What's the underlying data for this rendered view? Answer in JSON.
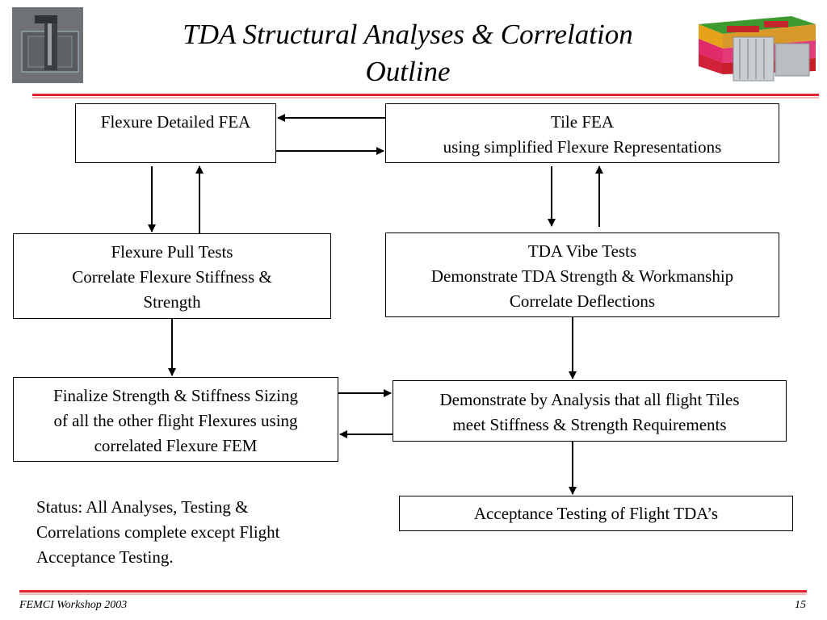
{
  "slide": {
    "title_line1": "TDA Structural Analyses & Correlation",
    "title_line2": "Outline"
  },
  "boxes": {
    "flexure_fea": {
      "lines": [
        "Flexure Detailed FEA"
      ]
    },
    "tile_fea": {
      "lines": [
        "Tile FEA",
        "using simplified Flexure Representations"
      ]
    },
    "flexure_pull": {
      "lines": [
        "Flexure Pull Tests",
        "Correlate Flexure Stiffness &",
        "Strength"
      ]
    },
    "tda_vibe": {
      "lines": [
        "TDA Vibe Tests",
        "Demonstrate TDA Strength & Workmanship",
        "Correlate Deflections"
      ]
    },
    "finalize": {
      "lines": [
        "Finalize Strength & Stiffness Sizing",
        "of all the other flight Flexures using",
        "correlated Flexure FEM"
      ]
    },
    "demonstrate": {
      "lines": [
        "Demonstrate by Analysis that all flight Tiles",
        "meet Stiffness & Strength Requirements"
      ]
    },
    "acceptance": {
      "lines": [
        "Acceptance Testing of Flight TDA’s"
      ]
    }
  },
  "status": {
    "line1": "Status: All Analyses, Testing &",
    "line2": "Correlations complete except Flight",
    "line3": "Acceptance Testing."
  },
  "footer": {
    "left": "FEMCI Workshop 2003",
    "right": "15"
  },
  "colors": {
    "rule_red": "#e0202a",
    "rule_pink": "#f2b8b8"
  }
}
